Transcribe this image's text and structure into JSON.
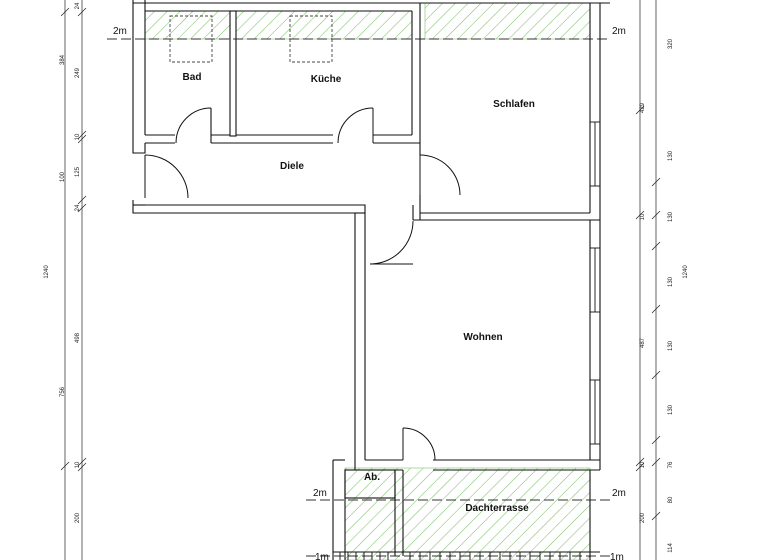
{
  "rooms": {
    "bad": "Bad",
    "kueche": "Küche",
    "schlafen": "Schlafen",
    "diele": "Diele",
    "wohnen": "Wohnen",
    "abstellraum": "Ab.",
    "dachterrasse": "Dachterrasse"
  },
  "height_markers": {
    "left_top": "2m",
    "right_top": "2m",
    "left_terrace": "2m",
    "right_terrace": "2m",
    "left_bottom": "1m",
    "right_bottom": "1m"
  },
  "dimensions": {
    "left_outer": [
      "24",
      "384",
      "10",
      "100",
      "24",
      "1240",
      "756",
      "10",
      "200"
    ],
    "left_inner": [
      "249",
      "125",
      "498"
    ],
    "right_outer": [
      "320",
      "130",
      "130",
      "1240",
      "130",
      "130",
      "76",
      "80",
      "200",
      "114"
    ],
    "right_inner": [
      "429",
      "10",
      "487",
      "10"
    ]
  },
  "colors": {
    "wall": "#111111",
    "hatch": "#7cc26a",
    "background": "#ffffff"
  }
}
